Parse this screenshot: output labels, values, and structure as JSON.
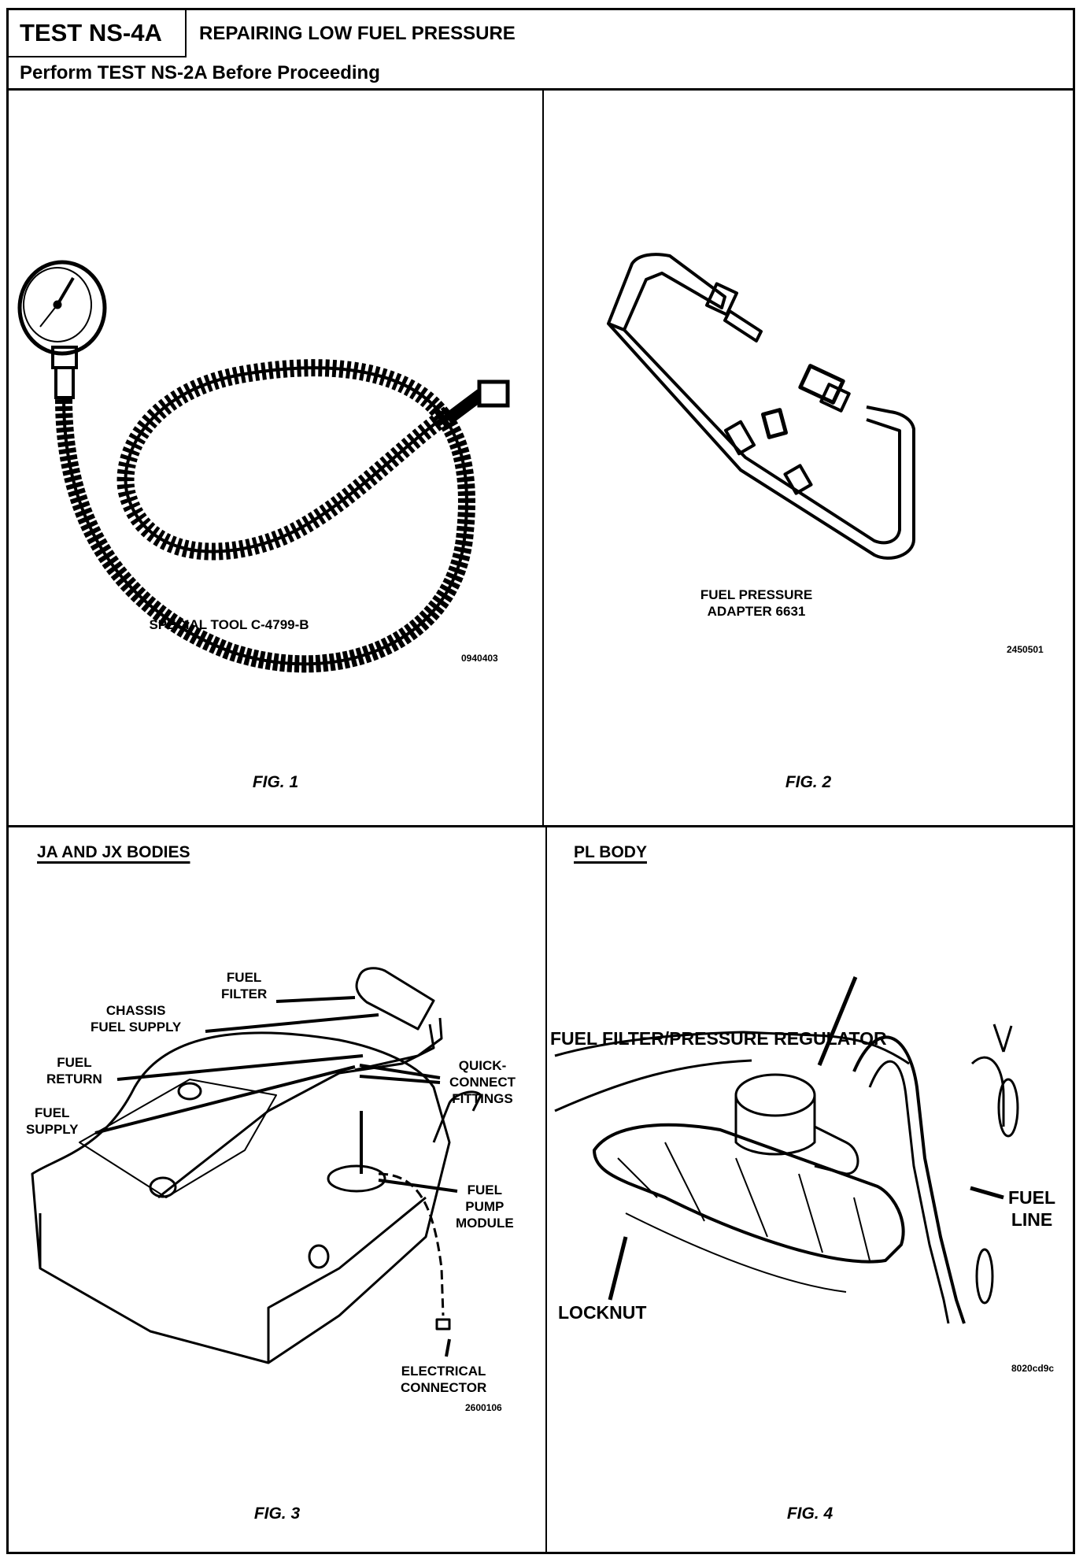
{
  "header": {
    "test_id": "TEST NS-4A",
    "title": "REPAIRING LOW FUEL PRESSURE",
    "prerequisite": "Perform TEST NS-2A Before Proceeding"
  },
  "figures": [
    {
      "label": "FIG. 1",
      "caption": "SPECIAL TOOL C-4799-B",
      "part_number": "0940403"
    },
    {
      "label": "FIG. 2",
      "caption_line1": "FUEL PRESSURE",
      "caption_line2": "ADAPTER 6631",
      "part_number": "2450501"
    },
    {
      "label": "FIG. 3",
      "section": "JA AND JX BODIES",
      "part_number": "2600106",
      "callouts": {
        "fuel_filter": [
          "FUEL",
          "FILTER"
        ],
        "chassis_fuel_supply": [
          "CHASSIS",
          "FUEL SUPPLY"
        ],
        "fuel_return": [
          "FUEL",
          "RETURN"
        ],
        "fuel_supply": [
          "FUEL",
          "SUPPLY"
        ],
        "quick_connect": [
          "QUICK-",
          "CONNECT",
          "FITTINGS"
        ],
        "fuel_pump_module": [
          "FUEL",
          "PUMP",
          "MODULE"
        ],
        "electrical_connector": [
          "ELECTRICAL",
          "CONNECTOR"
        ]
      }
    },
    {
      "label": "FIG. 4",
      "section": "PL BODY",
      "part_number": "8020cd9c",
      "callouts": {
        "filter_regulator": "FUEL FILTER/PRESSURE REGULATOR",
        "fuel_line": [
          "FUEL",
          "LINE"
        ],
        "locknut": "LOCKNUT"
      }
    }
  ]
}
